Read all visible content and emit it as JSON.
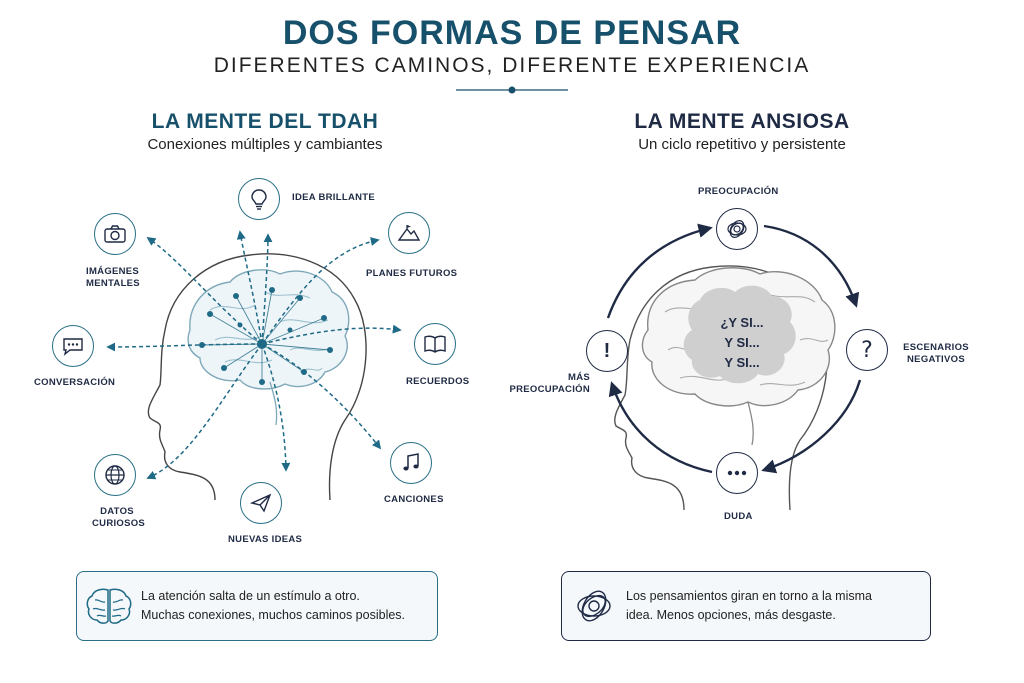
{
  "header": {
    "title": "DOS FORMAS DE PENSAR",
    "subtitle": "DIFERENTES CAMINOS, DIFERENTE EXPERIENCIA"
  },
  "adhd": {
    "title": "LA MENTE DEL TDAH",
    "subtitle": "Conexiones múltiples y cambiantes",
    "nodes": {
      "idea": "IDEA BRILLANTE",
      "planes": "PLANES FUTUROS",
      "recuerdos": "RECUERDOS",
      "canciones": "CANCIONES",
      "nuevas": "NUEVAS IDEAS",
      "datos_1": "DATOS",
      "datos_2": "CURIOSOS",
      "conversacion": "CONVERSACIÓN",
      "imagenes_1": "IMÁGENES",
      "imagenes_2": "MENTALES"
    },
    "note_1": "La atención salta de un estímulo a otro.",
    "note_2": "Muchas conexiones, muchos caminos posibles."
  },
  "anxious": {
    "title": "LA MENTE ANSIOSA",
    "subtitle": "Un ciclo repetitivo y persistente",
    "nodes": {
      "preocupacion": "PREOCUPACIÓN",
      "escenarios_1": "ESCENARIOS",
      "escenarios_2": "NEGATIVOS",
      "duda": "DUDA",
      "mas_1": "MÁS",
      "mas_2": "PREOCUPACIÓN"
    },
    "thoughts": [
      "¿Y SI...",
      "Y SI...",
      "Y SI..."
    ],
    "note_1": "Los pensamientos giran en torno a la misma",
    "note_2": "idea. Menos opciones, más desgaste."
  },
  "colors": {
    "adhd_accent": "#17506b",
    "anxious_accent": "#1f2a44",
    "cloud_gray": "#cfcfcf"
  },
  "icons": [
    "lightbulb-icon",
    "mountain-flag-icon",
    "book-icon",
    "music-note-icon",
    "paper-plane-icon",
    "globe-icon",
    "chat-bubble-icon",
    "camera-icon",
    "tangle-icon",
    "question-icon",
    "ellipsis-icon",
    "exclamation-icon",
    "brain-icon"
  ]
}
